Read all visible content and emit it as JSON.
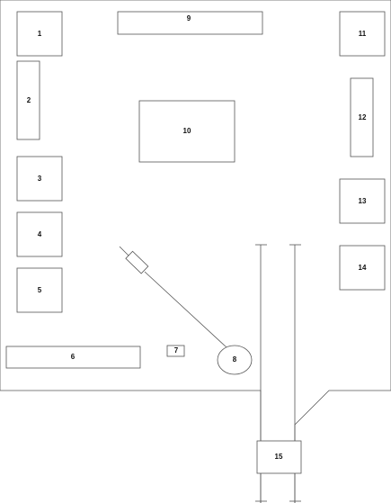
{
  "colors": {
    "stroke": "#555555",
    "background": "#ffffff",
    "text": "#111111"
  },
  "labels": {
    "b1": "1",
    "b2": "2",
    "b3": "3",
    "b4": "4",
    "b5": "5",
    "b6": "6",
    "b7": "7",
    "b8": "8",
    "b9": "9",
    "b10": "10",
    "b11": "11",
    "b12": "12",
    "b13": "13",
    "b14": "14",
    "b15": "15"
  }
}
